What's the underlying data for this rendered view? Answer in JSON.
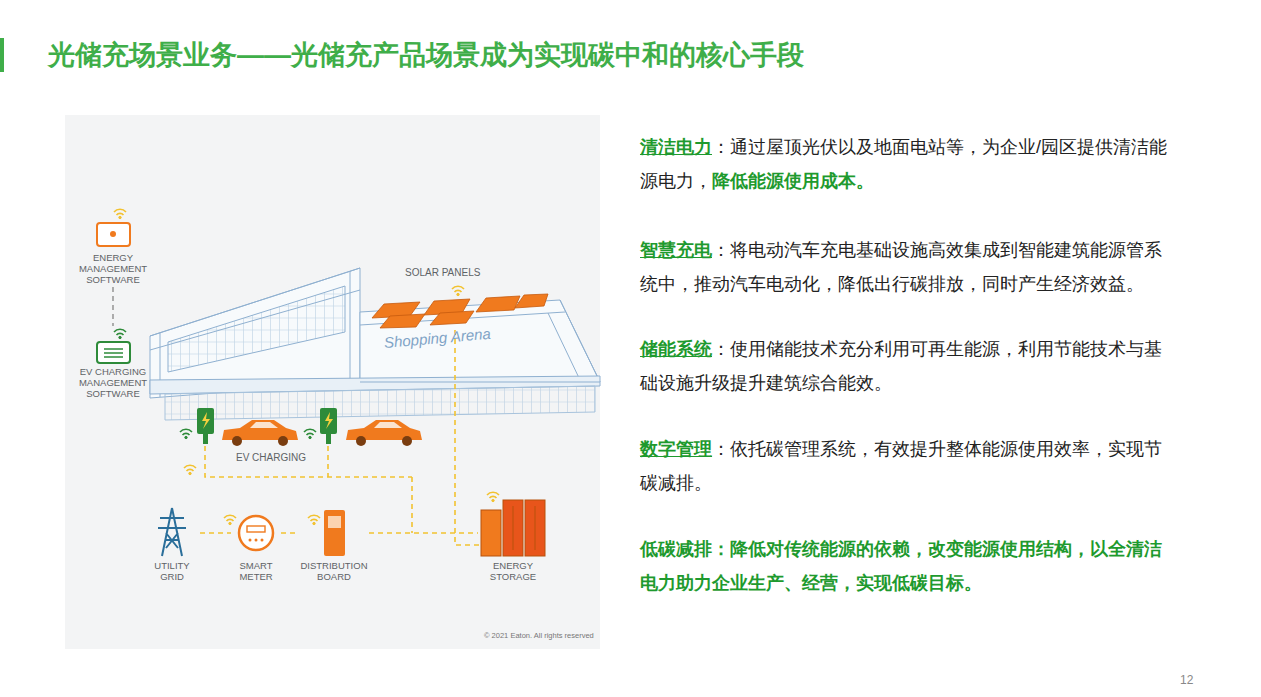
{
  "diagram": {
    "title": "光储充场景业务——光储充产品场景成为实现碳中和的核心手段",
    "nodes": [
      {
        "text": [
          "ENERGY MANAGEMENT SOFTWARE"
        ]
      },
      {
        "text": [
          "EV CHARGING MANAGEMENT SOFTWARE"
        ]
      },
      {
        "text": [
          "UTILITY GRID"
        ]
      },
      {
        "text": [
          "SMART METER"
        ]
      },
      {
        "text": [
          "DISTRIBUTION BOARD"
        ]
      },
      {
        "text": [
          "ENERGY STORAGE"
        ]
      }
    ],
    "edges": [
      {
        "from": 0,
        "to": 1,
        "arrow": "none"
      },
      {
        "from": 2,
        "to": 3,
        "arrow": "none"
      },
      {
        "from": 3,
        "to": 4,
        "arrow": "none"
      },
      {
        "from": 4,
        "to": 5,
        "arrow": "none"
      }
    ],
    "labels": [
      "SOLAR PANELS",
      "Shopping Arena",
      "EV CHARGING",
      "© 2021 Eaton. All rights reserved",
      "清洁电力",
      "：通过屋顶光伏以及地面电站等，为企业/园区提供清洁能源电力，",
      "降低能源使用成本。",
      "智慧充电",
      "：将电动汽车充电基础设施高效集成到智能建筑能源管系统中，推动汽车电动化，降低出行碳排放，同时产生经济效益。",
      "储能系统",
      "：使用储能技术充分利用可再生能源，利用节能技术与基础设施升级提升建筑综合能效。",
      "数字管理",
      "：依托碳管理系统，有效提升整体能源使用效率，实现节碳减排。",
      "低碳减排：降低对传统能源的依赖，改变能源使用结构，以全清洁电力助力企业生产、经营，实现低碳目标。",
      "12"
    ]
  }
}
